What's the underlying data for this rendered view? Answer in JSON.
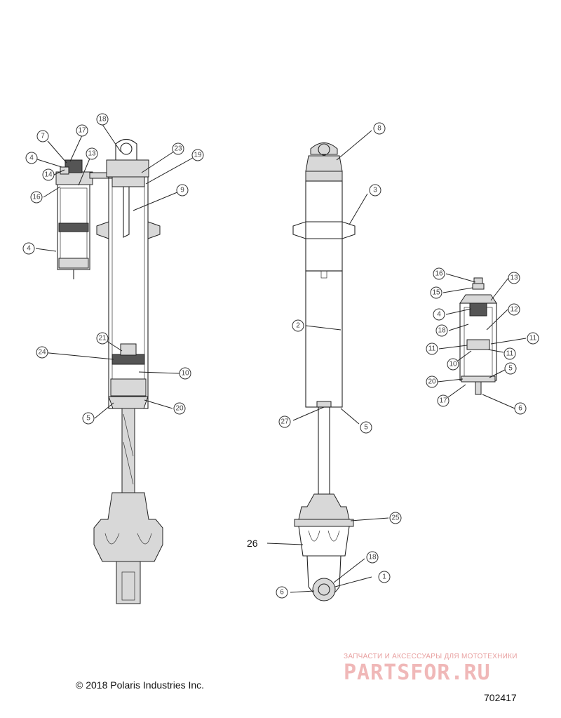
{
  "footer": {
    "copyright": "© 2018 Polaris Industries Inc.",
    "drawing_number": "702417"
  },
  "watermark": {
    "tagline": "ЗАПЧАСТИ И АКСЕССУАРЫ ДЛЯ МОТОТЕХНИКИ",
    "brand": "PARTSFOR.RU"
  },
  "plain_labels": [
    "26"
  ],
  "callouts": {
    "left_view": [
      "7",
      "17",
      "18",
      "4",
      "13",
      "14",
      "23",
      "19",
      "16",
      "9",
      "4",
      "21",
      "24",
      "10",
      "5",
      "20"
    ],
    "middle_view": [
      "8",
      "3",
      "2",
      "27",
      "5",
      "25",
      "18",
      "6",
      "1"
    ],
    "right_view": [
      "16",
      "15",
      "13",
      "4",
      "12",
      "18",
      "11",
      "11",
      "11",
      "10",
      "5",
      "20",
      "17",
      "6"
    ]
  }
}
